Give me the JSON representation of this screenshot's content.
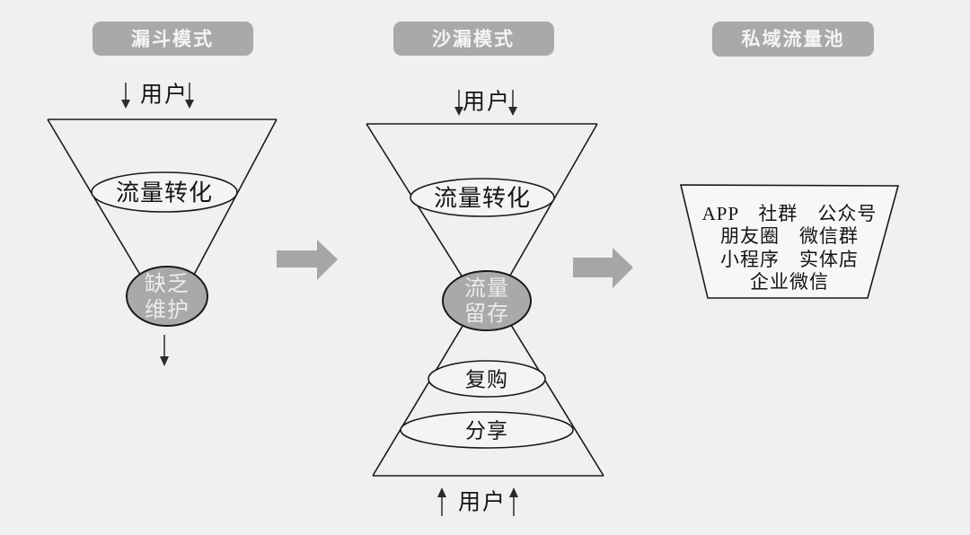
{
  "canvas": {
    "background": "#f0f0f1"
  },
  "colors": {
    "badge_bg": "#a9a9a9",
    "badge_text": "#f4f4f4",
    "gray_fill": "#a9a9a9",
    "gray_text": "#ececec",
    "big_arrow": "#a6a6a6",
    "line": "#1a1a1a"
  },
  "funnel": {
    "header": "漏斗模式",
    "users_in": "用户",
    "stage_conversion": "流量转化",
    "bottom": {
      "line1": "缺乏",
      "line2": "维护"
    }
  },
  "hourglass": {
    "header": "沙漏模式",
    "users_in": "用户",
    "stage_conversion": "流量转化",
    "center": {
      "line1": "流量",
      "line2": "留存"
    },
    "stage_repurchase": "复购",
    "stage_share": "分享",
    "users_back": "用户"
  },
  "pool": {
    "header": "私域流量池",
    "channel_lines": [
      "APP　社群　公众号",
      "朋友圈　微信群",
      "小程序　实体店",
      "企业微信"
    ]
  }
}
